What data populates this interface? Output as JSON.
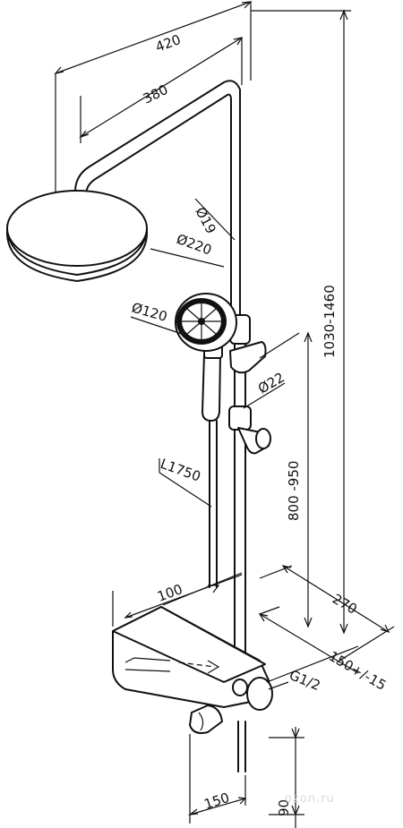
{
  "dimensions": {
    "d420": "420",
    "d380": "380",
    "d19": "Ø19",
    "d220": "Ø220",
    "d120": "Ø120",
    "d22": "Ø22",
    "h1030": "1030-1460",
    "h800": "800 -950",
    "hose": "L1750",
    "w100": "100",
    "w270": "270",
    "w150var": "150+/-15",
    "thread": "G1/2",
    "w150": "150",
    "d90": "90"
  },
  "watermark": "ozon.ru"
}
